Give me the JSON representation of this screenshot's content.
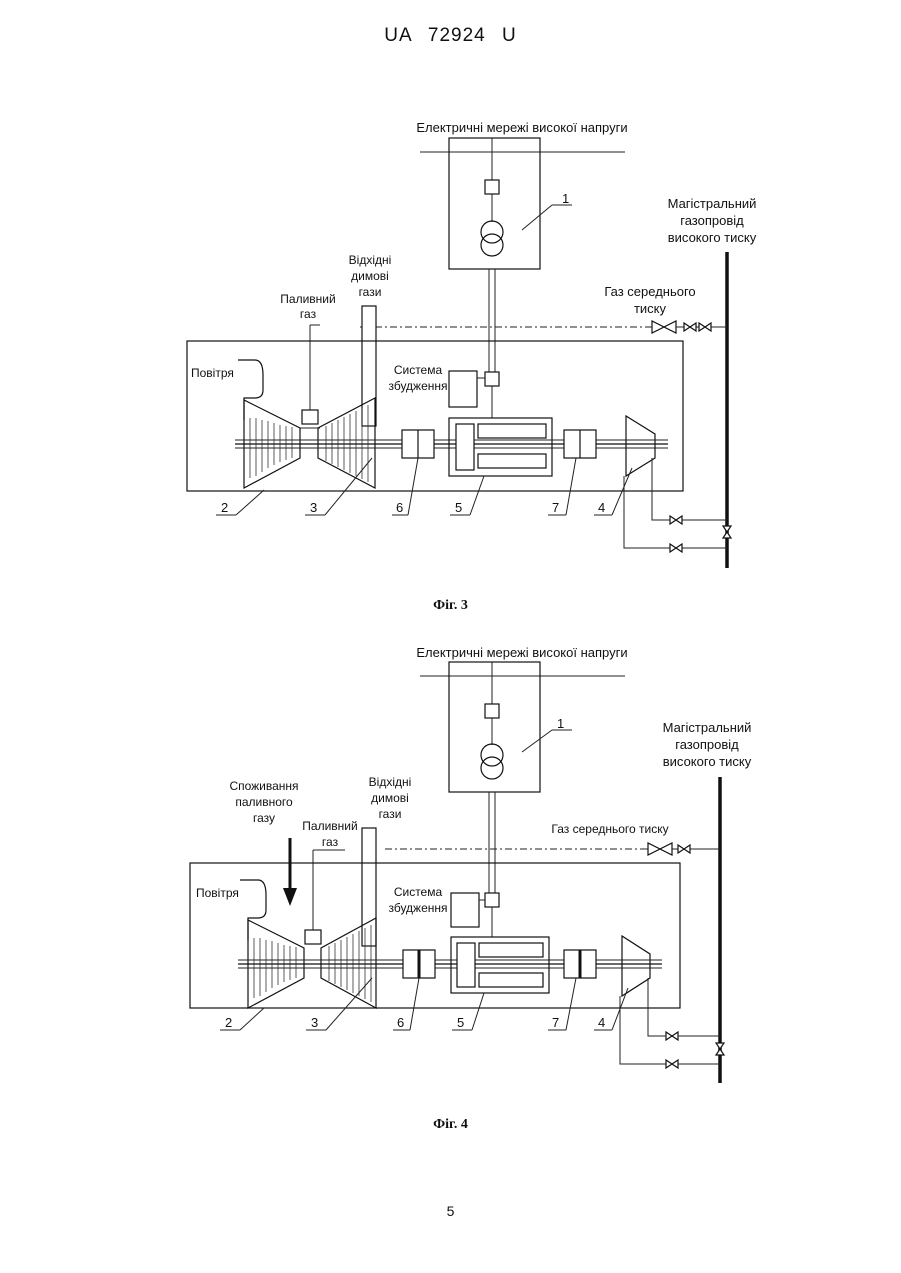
{
  "header": {
    "text": "UA 72924 U"
  },
  "page_number": "5",
  "figures": [
    {
      "caption": "Фіг. 3",
      "grid_label": "Електричні мережі високої напруги",
      "main_pipeline": [
        "Магістральний",
        "газопровід",
        "високого тиску"
      ],
      "medium_gas": [
        "Газ середнього",
        "тиску"
      ],
      "exhaust": [
        "Відхідні",
        "димові",
        "гази"
      ],
      "fuel_gas": [
        "Паливний",
        "газ"
      ],
      "air": "Повітря",
      "excitation": [
        "Система",
        "збудження"
      ],
      "labels": {
        "n1": "1",
        "n2": "2",
        "n3": "3",
        "n4": "4",
        "n5": "5",
        "n6": "6",
        "n7": "7"
      }
    },
    {
      "caption": "Фіг. 4",
      "grid_label": "Електричні мережі високої напруги",
      "main_pipeline": [
        "Магістральний",
        "газопровід",
        "високого тиску"
      ],
      "medium_gas": [
        "Газ середнього тиску"
      ],
      "consumption": [
        "Споживання",
        "паливного",
        "газу"
      ],
      "exhaust": [
        "Відхідні",
        "димові",
        "гази"
      ],
      "fuel_gas": [
        "Паливний",
        "газ"
      ],
      "air": "Повітря",
      "excitation": [
        "Система",
        "збудження"
      ],
      "labels": {
        "n1": "1",
        "n2": "2",
        "n3": "3",
        "n4": "4",
        "n5": "5",
        "n6": "6",
        "n7": "7"
      }
    }
  ]
}
